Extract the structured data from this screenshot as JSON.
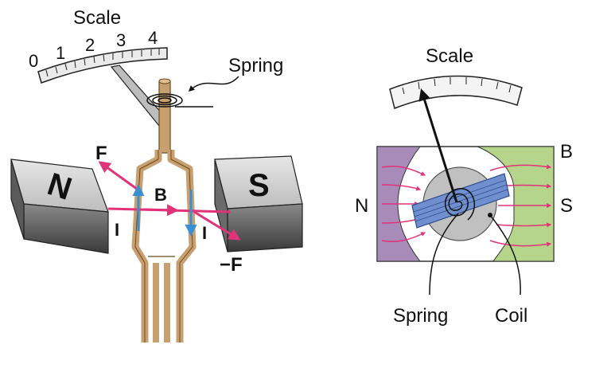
{
  "left_panel": {
    "scale_title": "Scale",
    "scale_numbers": [
      "0",
      "1",
      "2",
      "3",
      "4"
    ],
    "spring_label": "Spring",
    "force_label": "F",
    "field_label": "B",
    "current_label_left": "I",
    "current_label_right": "I",
    "neg_force_label": "−F",
    "magnet_north": "N",
    "magnet_south": "S"
  },
  "right_panel": {
    "scale_title": "Scale",
    "field_label": "B",
    "north_label": "N",
    "south_label": "S",
    "spring_label": "Spring",
    "coil_label": "Coil"
  },
  "colors": {
    "field_line": "#e0337a",
    "coil_frame": "#c8a070",
    "current_arrow": "#3a8fd0",
    "north_pole": "#a88bb8",
    "south_pole": "#b5d68a",
    "armature": "#c0c0c0",
    "coil_blue": "#6f8fcf"
  }
}
